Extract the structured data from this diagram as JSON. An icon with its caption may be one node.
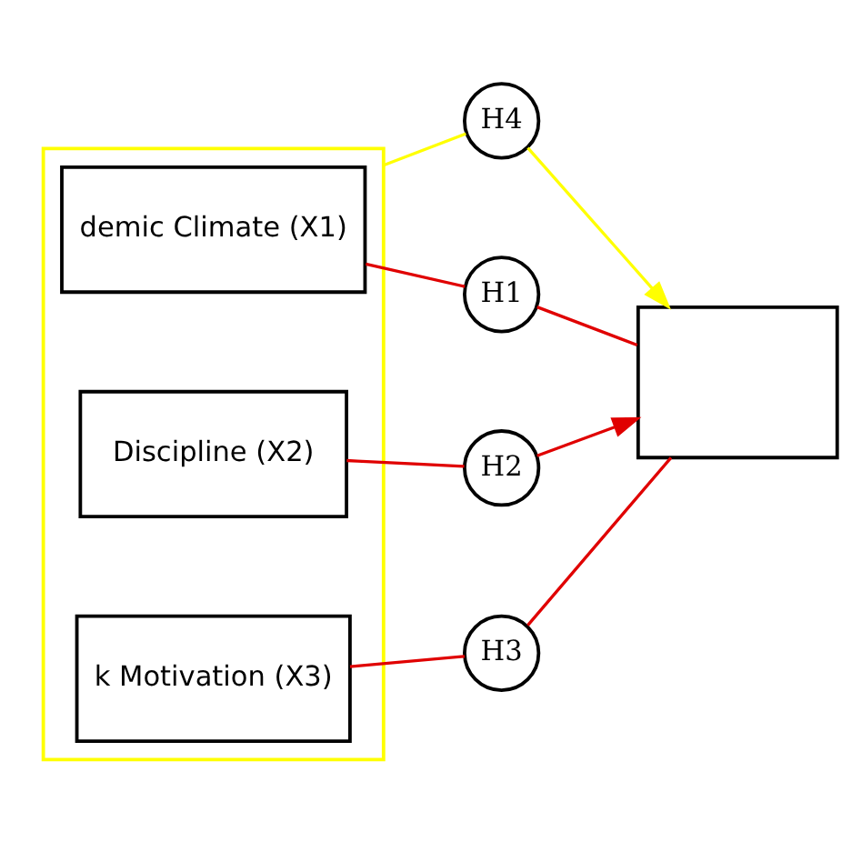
{
  "diagram": {
    "nodes": [
      {
        "text": [],
        "shape": "box"
      },
      {
        "text": [
          "demic Climate (X1)"
        ],
        "in": 0
      },
      {
        "text": [
          "Discipline (X2)"
        ],
        "in": 0
      },
      {
        "text": [
          "k Motivation (X3)"
        ],
        "in": 0
      },
      {
        "text": [
          "H4"
        ]
      },
      {
        "text": [
          "H1"
        ]
      },
      {
        "text": [
          "H2"
        ]
      },
      {
        "text": [
          "H3"
        ]
      },
      {
        "text": [],
        "shape": "box"
      }
    ],
    "edges": [
      {
        "from": 1,
        "to": 5,
        "arrow": "none"
      },
      {
        "from": 5,
        "to": 8,
        "arrow": "none"
      },
      {
        "from": 0,
        "to": 4,
        "arrow": "none",
        "color": "#ffff00"
      },
      {
        "from": 4,
        "to": 8,
        "arrow": "to",
        "color": "#ffff00"
      },
      {
        "from": 2,
        "to": 6,
        "arrow": "none"
      },
      {
        "from": 6,
        "to": 8,
        "arrow": "to"
      },
      {
        "from": 3,
        "to": 7,
        "arrow": "none"
      },
      {
        "from": 7,
        "to": 8,
        "arrow": "none"
      }
    ]
  }
}
